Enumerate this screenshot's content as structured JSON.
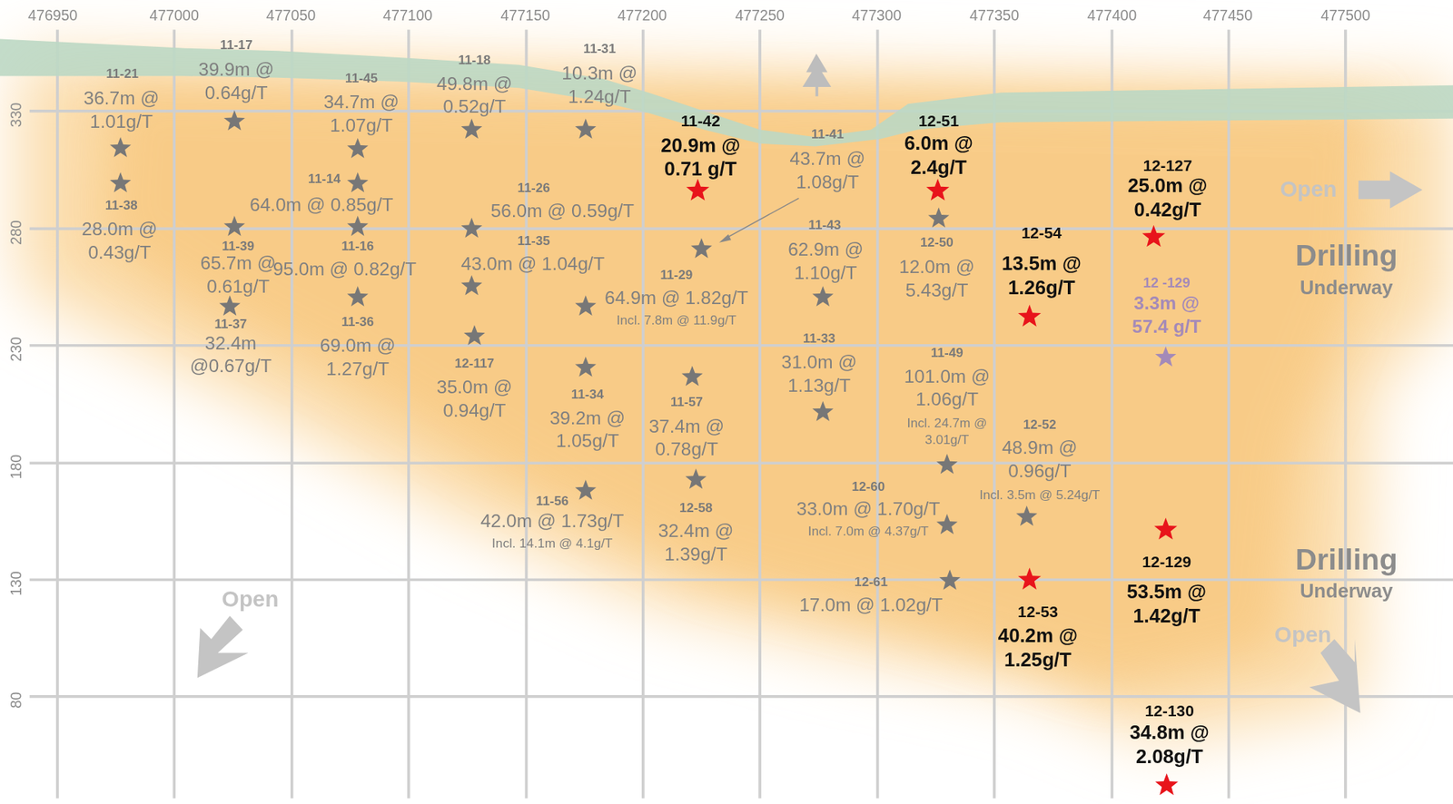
{
  "diagram": {
    "labels": [
      "476950",
      "477000",
      "477050",
      "477100",
      "477150",
      "477200",
      "477250",
      "477300",
      "477350",
      "477400",
      "477450",
      "477500",
      "330",
      "280",
      "230",
      "180",
      "130",
      "80",
      "11-21",
      "36.7m @ 1.01g/T",
      "11-17",
      "39.9m @ 0.64g/T",
      "11-45",
      "34.7m @ 1.07g/T",
      "11-18",
      "49.8m @ 0.52g/T",
      "11-31",
      "10.3m @ 1.24g/T",
      "11-42",
      "20.9m @ 0.71 g/T",
      "11-41",
      "43.7m @ 1.08g/T",
      "12-51",
      "6.0m @ 2.4g/T",
      "12-127",
      "25.0m @ 0.42g/T",
      "Open",
      "11-38",
      "28.0m @ 0.43g/T",
      "11-14",
      "64.0m @ 0.85g/T",
      "11-26",
      "56.0m @ 0.59g/T",
      "11-39",
      "65.7m @ 0.61g/T",
      "11-16",
      "95.0m @ 0.82g/T",
      "11-35",
      "43.0m @ 1.04g/T",
      "11-43",
      "62.9m @ 1.10g/T",
      "12-50",
      "12.0m @ 5.43g/T",
      "12-54",
      "13.5m @ 1.26g/T",
      "12 -129",
      "3.3m @ 57.4 g/T",
      "Drilling",
      "Underway",
      "11-29",
      "64.9m @ 1.82g/T",
      "Incl. 7.8m @ 11.9g/T",
      "11-37",
      "32.4m @0.67g/T",
      "11-36",
      "69.0m @ 1.27g/T",
      "11-33",
      "31.0m @ 1.13g/T",
      "11-49",
      "101.0m @ 1.06g/T",
      "Incl. 24.7m @ 3.01g/T",
      "12-117",
      "35.0m @ 0.94g/T",
      "11-34",
      "39.2m @ 1.05g/T",
      "11-57",
      "37.4m @ 0.78g/T",
      "12-52",
      "48.9m @ 0.96g/T",
      "Incl. 3.5m @ 5.24g/T",
      "11-56",
      "42.0m @ 1.73g/T",
      "Incl. 14.1m @ 4.1g/T",
      "12-60",
      "33.0m @ 1.70g/T",
      "Incl. 7.0m @ 4.37g/T",
      "12-58",
      "32.4m @ 1.39g/T",
      "12-61",
      "17.0m @ 1.02g/T",
      "Drilling",
      "Underway",
      "Open",
      "12-129",
      "53.5m @ 1.42g/T",
      "12-53",
      "40.2m @ 1.25g/T",
      "Open",
      "12-130",
      "34.8m @ 2.08g/T"
    ]
  }
}
